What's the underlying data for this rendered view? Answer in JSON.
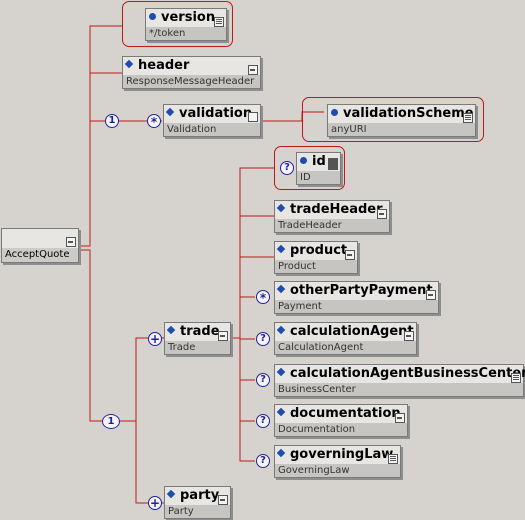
{
  "root": {
    "name": "AcceptQuote"
  },
  "nodes": [
    {
      "id": "version",
      "name": "version",
      "type": "*/token"
    },
    {
      "id": "header",
      "name": "header",
      "type": "ResponseMessageHeader"
    },
    {
      "id": "validation",
      "name": "validation",
      "type": "Validation"
    },
    {
      "id": "validationScheme",
      "name": "validationScheme",
      "type": "anyURI"
    },
    {
      "id": "id",
      "name": "id",
      "type": "ID"
    },
    {
      "id": "tradeHeader",
      "name": "tradeHeader",
      "type": "TradeHeader"
    },
    {
      "id": "product",
      "name": "product",
      "type": "Product"
    },
    {
      "id": "otherPartyPayment",
      "name": "otherPartyPayment",
      "type": "Payment"
    },
    {
      "id": "calculationAgent",
      "name": "calculationAgent",
      "type": "CalculationAgent"
    },
    {
      "id": "calculationAgentBusinessCenter",
      "name": "calculationAgentBusinessCenter",
      "type": "BusinessCenter"
    },
    {
      "id": "documentation",
      "name": "documentation",
      "type": "Documentation"
    },
    {
      "id": "governingLaw",
      "name": "governingLaw",
      "type": "GoverningLaw"
    },
    {
      "id": "trade",
      "name": "trade",
      "type": "Trade"
    },
    {
      "id": "party",
      "name": "party",
      "type": "Party"
    }
  ],
  "badges": {
    "one": "1",
    "many": "*",
    "plus": "+",
    "optional": "?"
  },
  "colors": {
    "background": "#d6d3ce",
    "wire": "#c01818",
    "badge": "#22229a",
    "diamond": "#1d4db0"
  }
}
